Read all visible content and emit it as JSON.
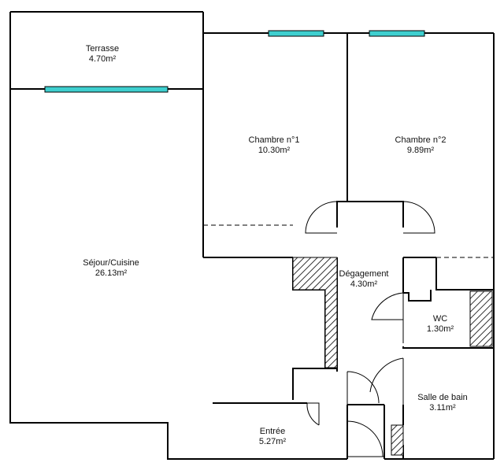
{
  "colors": {
    "wall": "#000000",
    "window": "#3ecfcf",
    "hatch": "#000000",
    "background": "#ffffff"
  },
  "rooms": [
    {
      "id": "terrasse",
      "name": "Terrasse",
      "area": "4.70m²"
    },
    {
      "id": "chambre1",
      "name": "Chambre n°1",
      "area": "10.30m²"
    },
    {
      "id": "chambre2",
      "name": "Chambre n°2",
      "area": "9.89m²"
    },
    {
      "id": "sejour",
      "name": "Séjour/Cuisine",
      "area": "26.13m²"
    },
    {
      "id": "degagement",
      "name": "Dégagement",
      "area": "4.30m²"
    },
    {
      "id": "wc",
      "name": "WC",
      "area": "1.30m²"
    },
    {
      "id": "sdb",
      "name": "Salle de bain",
      "area": "3.11m²"
    },
    {
      "id": "entree",
      "name": "Entrée",
      "area": "5.27m²"
    }
  ]
}
